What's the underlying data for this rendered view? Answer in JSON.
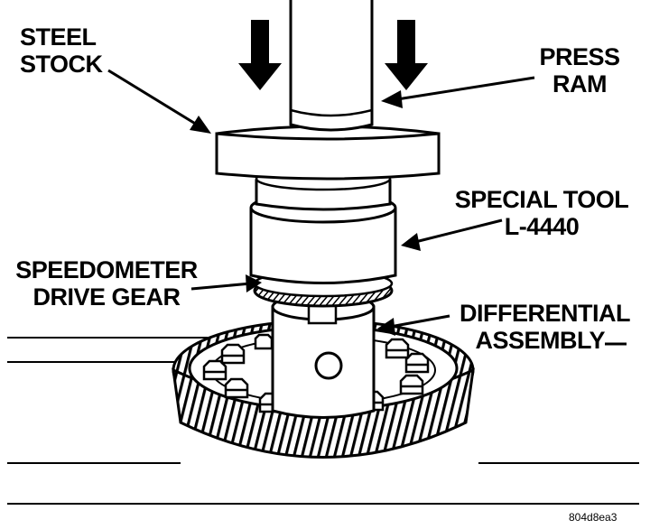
{
  "labels": {
    "steel_stock": [
      "STEEL",
      "STOCK"
    ],
    "press_ram": [
      "PRESS",
      "RAM"
    ],
    "special_tool": [
      "SPECIAL TOOL",
      "L-4440"
    ],
    "speedometer_gear": [
      "SPEEDOMETER",
      "DRIVE GEAR"
    ],
    "differential": [
      "DIFFERENTIAL",
      "ASSEMBLY"
    ]
  },
  "figure_id": "804d8ea3",
  "colors": {
    "ink": "#000000",
    "paper": "#ffffff"
  }
}
